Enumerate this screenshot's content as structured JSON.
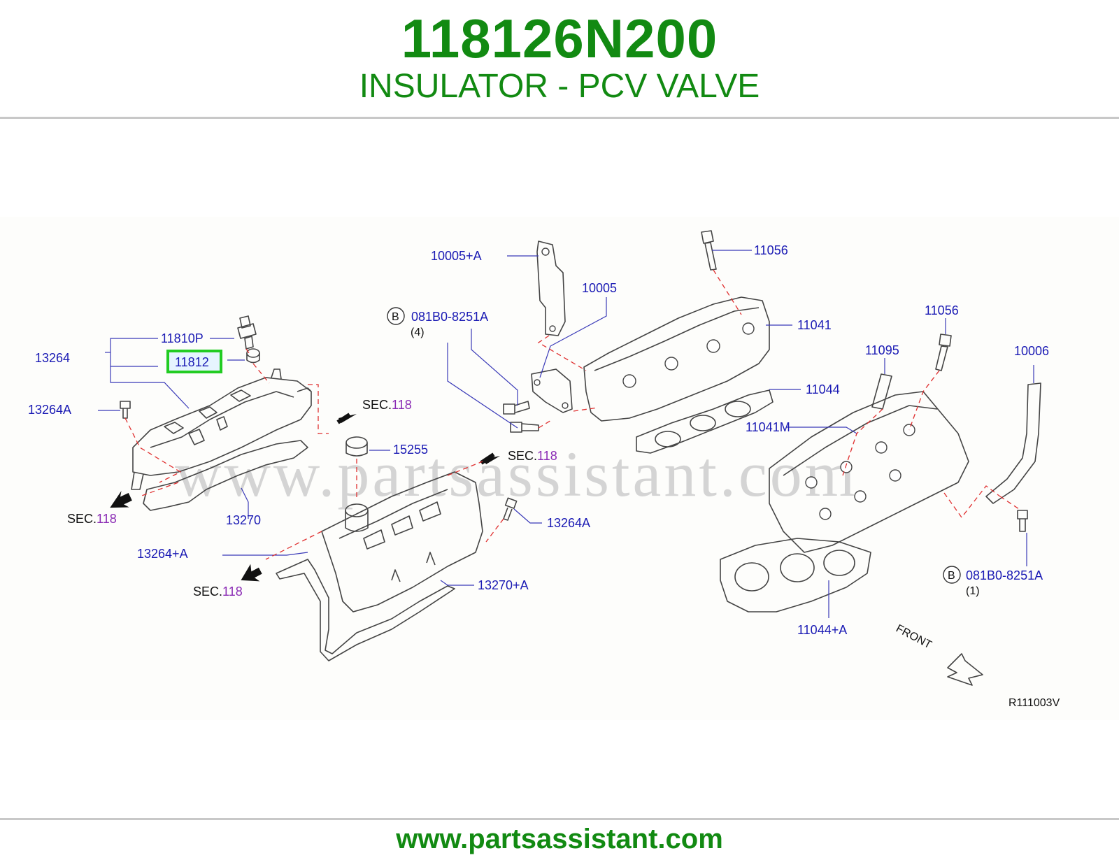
{
  "header": {
    "part_number": "118126N200",
    "part_name": "INSULATOR - PCV VALVE"
  },
  "diagram": {
    "watermark": "www.partsassistant.com",
    "highlight_color": "#22cc22",
    "labels": {
      "p11810p": "11810P",
      "p11812": "11812",
      "p13264": "13264",
      "p13264a_left": "13264A",
      "p13270": "13270",
      "p15255": "15255",
      "p13264a_right": "13264A",
      "p13264pa": "13264+A",
      "p13270pa": "13270+A",
      "p10005pa": "10005+A",
      "p10005": "10005",
      "p081b0_top": "081B0-8251A",
      "qty_top": "(4)",
      "p11056_top": "11056",
      "p11041": "11041",
      "p11044": "11044",
      "p11041m": "11041M",
      "p11056_right": "11056",
      "p11095": "11095",
      "p10006": "10006",
      "p081b0_right": "081B0-8251A",
      "qty_right": "(1)",
      "p11044pa": "11044+A",
      "front": "FRONT",
      "ref_code": "R111003V",
      "circle_b": "B"
    },
    "sec_refs": {
      "prefix": "SEC.",
      "number": "118"
    }
  },
  "footer": {
    "url": "www.partsassistant.com"
  }
}
